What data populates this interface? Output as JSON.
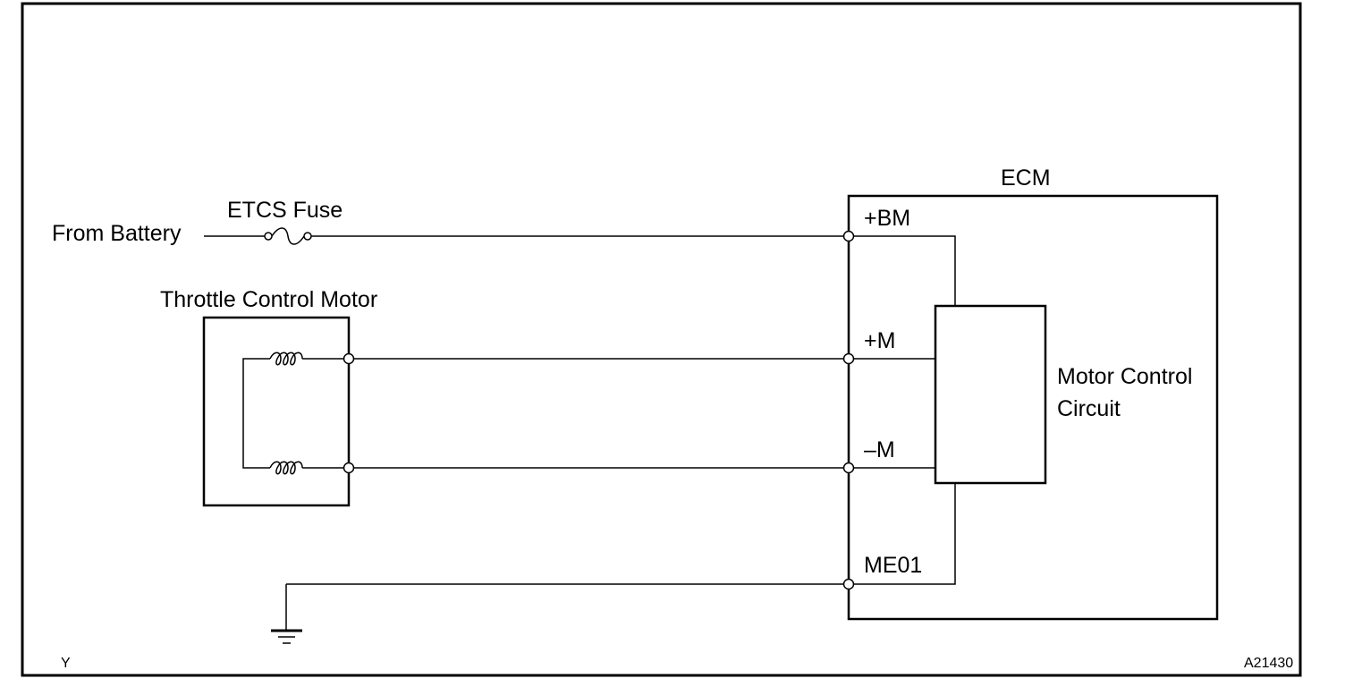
{
  "labels": {
    "from_battery": "From Battery",
    "etcs_fuse": "ETCS Fuse",
    "throttle_motor": "Throttle Control Motor",
    "ecm": "ECM",
    "motor_circuit_line1": "Motor Control",
    "motor_circuit_line2": "Circuit"
  },
  "pins": {
    "bm": "+BM",
    "pm": "+M",
    "mm": "–M",
    "me01": "ME01"
  },
  "corner_left": "Y",
  "figure_id": "A21430"
}
